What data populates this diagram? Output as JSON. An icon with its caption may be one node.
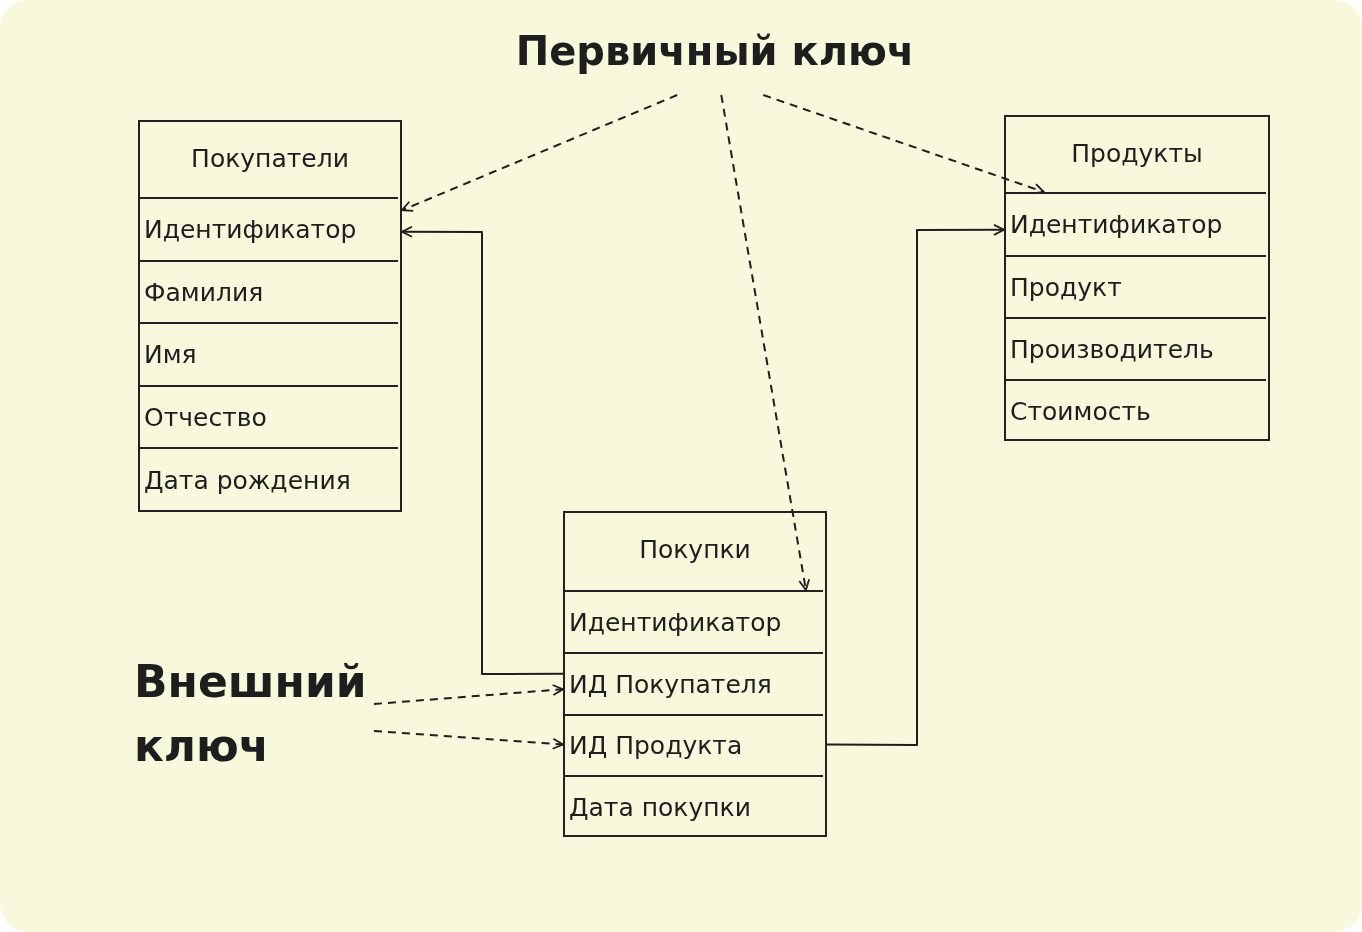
{
  "diagram": {
    "nodes": [
      {
        "text": [
          "Первичный ключ"
        ]
      },
      {
        "text": [
          "Покупатели"
        ]
      },
      {
        "text": [
          "Идентификатор"
        ],
        "in": 1
      },
      {
        "text": [
          "Фамилия"
        ],
        "in": 1
      },
      {
        "text": [
          "Имя"
        ],
        "in": 1
      },
      {
        "text": [
          "Отчество"
        ],
        "in": 1
      },
      {
        "text": [
          "Дата рождения"
        ],
        "in": 1
      },
      {
        "text": [
          "Продукты"
        ]
      },
      {
        "text": [
          "Идентификатор"
        ],
        "in": 7
      },
      {
        "text": [
          "Продукт"
        ],
        "in": 7
      },
      {
        "text": [
          "Производитель"
        ],
        "in": 7
      },
      {
        "text": [
          "Стоимость"
        ],
        "in": 7
      },
      {
        "text": [
          "Покупки"
        ]
      },
      {
        "text": [
          "Идентификатор"
        ],
        "in": 12
      },
      {
        "text": [
          "ИД Покупателя"
        ],
        "in": 12
      },
      {
        "text": [
          "ИД Продукта"
        ],
        "in": 12
      },
      {
        "text": [
          "Дата покупки"
        ],
        "in": 12
      },
      {
        "text": [
          "Внешний ключ"
        ]
      }
    ],
    "edges": [
      {
        "from": 0,
        "to": 2,
        "arrow": "to",
        "style": "dashed"
      },
      {
        "from": 0,
        "to": 13,
        "arrow": "to",
        "style": "dashed"
      },
      {
        "from": 0,
        "to": 8,
        "arrow": "to",
        "style": "dashed"
      },
      {
        "from": 14,
        "to": 2,
        "arrow": "to"
      },
      {
        "from": 15,
        "to": 8,
        "arrow": "to"
      },
      {
        "from": 17,
        "to": 14,
        "arrow": "to",
        "style": "dashed"
      },
      {
        "from": 17,
        "to": 15,
        "arrow": "to",
        "style": "dashed"
      }
    ]
  }
}
